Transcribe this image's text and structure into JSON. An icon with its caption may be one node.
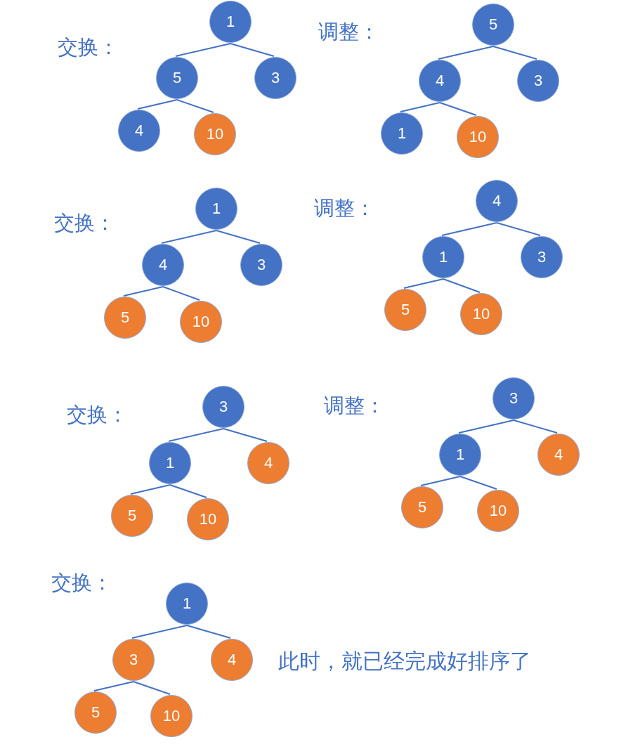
{
  "diagram": {
    "nodes": [
      {
        "text": [
          "1"
        ]
      },
      {
        "text": [
          "5"
        ]
      },
      {
        "text": [
          "3"
        ]
      },
      {
        "text": [
          "4"
        ]
      },
      {
        "text": [
          "10"
        ]
      },
      {
        "text": [
          "5"
        ]
      },
      {
        "text": [
          "4"
        ]
      },
      {
        "text": [
          "3"
        ]
      },
      {
        "text": [
          "1"
        ]
      },
      {
        "text": [
          "10"
        ]
      },
      {
        "text": [
          "1"
        ]
      },
      {
        "text": [
          "4"
        ]
      },
      {
        "text": [
          "3"
        ]
      },
      {
        "text": [
          "5"
        ]
      },
      {
        "text": [
          "10"
        ]
      },
      {
        "text": [
          "4"
        ]
      },
      {
        "text": [
          "1"
        ]
      },
      {
        "text": [
          "3"
        ]
      },
      {
        "text": [
          "5"
        ]
      },
      {
        "text": [
          "10"
        ]
      },
      {
        "text": [
          "3"
        ]
      },
      {
        "text": [
          "1"
        ]
      },
      {
        "text": [
          "4"
        ]
      },
      {
        "text": [
          "5"
        ]
      },
      {
        "text": [
          "10"
        ]
      },
      {
        "text": [
          "3"
        ]
      },
      {
        "text": [
          "1"
        ]
      },
      {
        "text": [
          "4"
        ]
      },
      {
        "text": [
          "5"
        ]
      },
      {
        "text": [
          "10"
        ]
      },
      {
        "text": [
          "1"
        ]
      },
      {
        "text": [
          "3"
        ]
      },
      {
        "text": [
          "4"
        ]
      },
      {
        "text": [
          "5"
        ]
      },
      {
        "text": [
          "10"
        ]
      }
    ],
    "edges": [
      {
        "from": 0,
        "to": 1,
        "arrow": "none"
      },
      {
        "from": 0,
        "to": 2,
        "arrow": "none"
      },
      {
        "from": 1,
        "to": 3,
        "arrow": "none"
      },
      {
        "from": 1,
        "to": 4,
        "arrow": "none"
      },
      {
        "from": 5,
        "to": 6,
        "arrow": "none"
      },
      {
        "from": 5,
        "to": 7,
        "arrow": "none"
      },
      {
        "from": 6,
        "to": 8,
        "arrow": "none"
      },
      {
        "from": 6,
        "to": 9,
        "arrow": "none"
      },
      {
        "from": 10,
        "to": 11,
        "arrow": "none"
      },
      {
        "from": 10,
        "to": 12,
        "arrow": "none"
      },
      {
        "from": 11,
        "to": 13,
        "arrow": "none"
      },
      {
        "from": 11,
        "to": 14,
        "arrow": "none"
      },
      {
        "from": 15,
        "to": 16,
        "arrow": "none"
      },
      {
        "from": 15,
        "to": 17,
        "arrow": "none"
      },
      {
        "from": 16,
        "to": 18,
        "arrow": "none"
      },
      {
        "from": 16,
        "to": 19,
        "arrow": "none"
      },
      {
        "from": 20,
        "to": 21,
        "arrow": "none"
      },
      {
        "from": 20,
        "to": 22,
        "arrow": "none"
      },
      {
        "from": 21,
        "to": 23,
        "arrow": "none"
      },
      {
        "from": 21,
        "to": 24,
        "arrow": "none"
      },
      {
        "from": 25,
        "to": 26,
        "arrow": "none"
      },
      {
        "from": 25,
        "to": 27,
        "arrow": "none"
      },
      {
        "from": 26,
        "to": 28,
        "arrow": "none"
      },
      {
        "from": 26,
        "to": 29,
        "arrow": "none"
      },
      {
        "from": 30,
        "to": 31,
        "arrow": "none"
      },
      {
        "from": 30,
        "to": 32,
        "arrow": "none"
      },
      {
        "from": 31,
        "to": 33,
        "arrow": "none"
      },
      {
        "from": 31,
        "to": 34,
        "arrow": "none"
      }
    ],
    "labels": [
      "交换：",
      "调整：",
      "交换：",
      "调整：",
      "交换：",
      "调整：",
      "交换：",
      "此时，就已经完成好排序了"
    ]
  }
}
